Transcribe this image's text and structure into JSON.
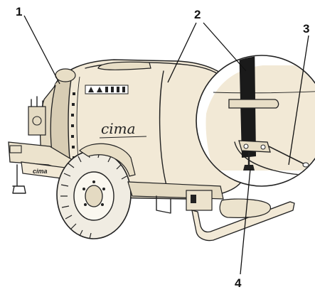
{
  "figure": {
    "callouts": [
      {
        "id": "1",
        "label": "1"
      },
      {
        "id": "2",
        "label": "2"
      },
      {
        "id": "3",
        "label": "3"
      },
      {
        "id": "4",
        "label": "4"
      }
    ],
    "brand_tank": "cima",
    "brand_frame": "cima"
  },
  "colors": {
    "tank": "#f2e9d6",
    "tank_shade": "#d8cdb4",
    "ink": "#222222",
    "tire": "#f0ece2",
    "strap": "#1a1a1a",
    "background": "#ffffff"
  }
}
